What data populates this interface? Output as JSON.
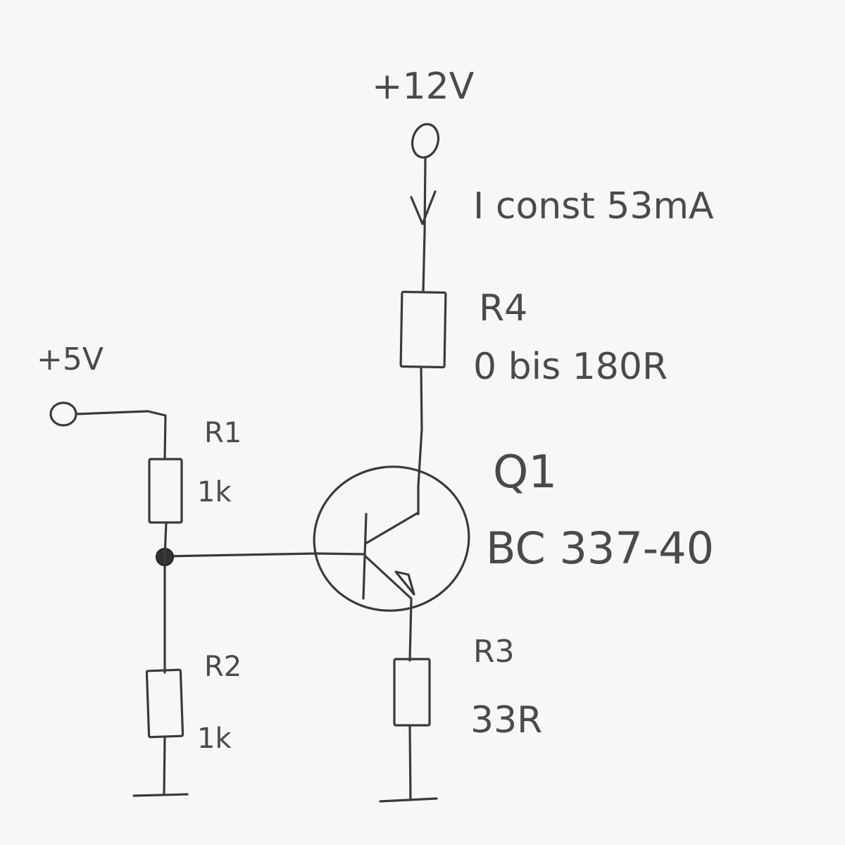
{
  "supplies": {
    "v12": "+12V",
    "v5": "+5V"
  },
  "current_note": "I const 53mA",
  "components": {
    "r4": {
      "name": "R4",
      "value": "0 bis 180R"
    },
    "r1": {
      "name": "R1",
      "value": "1k"
    },
    "r2": {
      "name": "R2",
      "value": "1k"
    },
    "r3": {
      "name": "R3",
      "value": "33R"
    },
    "q1": {
      "name": "Q1",
      "value": "BC 337-40"
    }
  },
  "colors": {
    "ink": "#3a3a3a",
    "paper": "#f7f7f5"
  }
}
